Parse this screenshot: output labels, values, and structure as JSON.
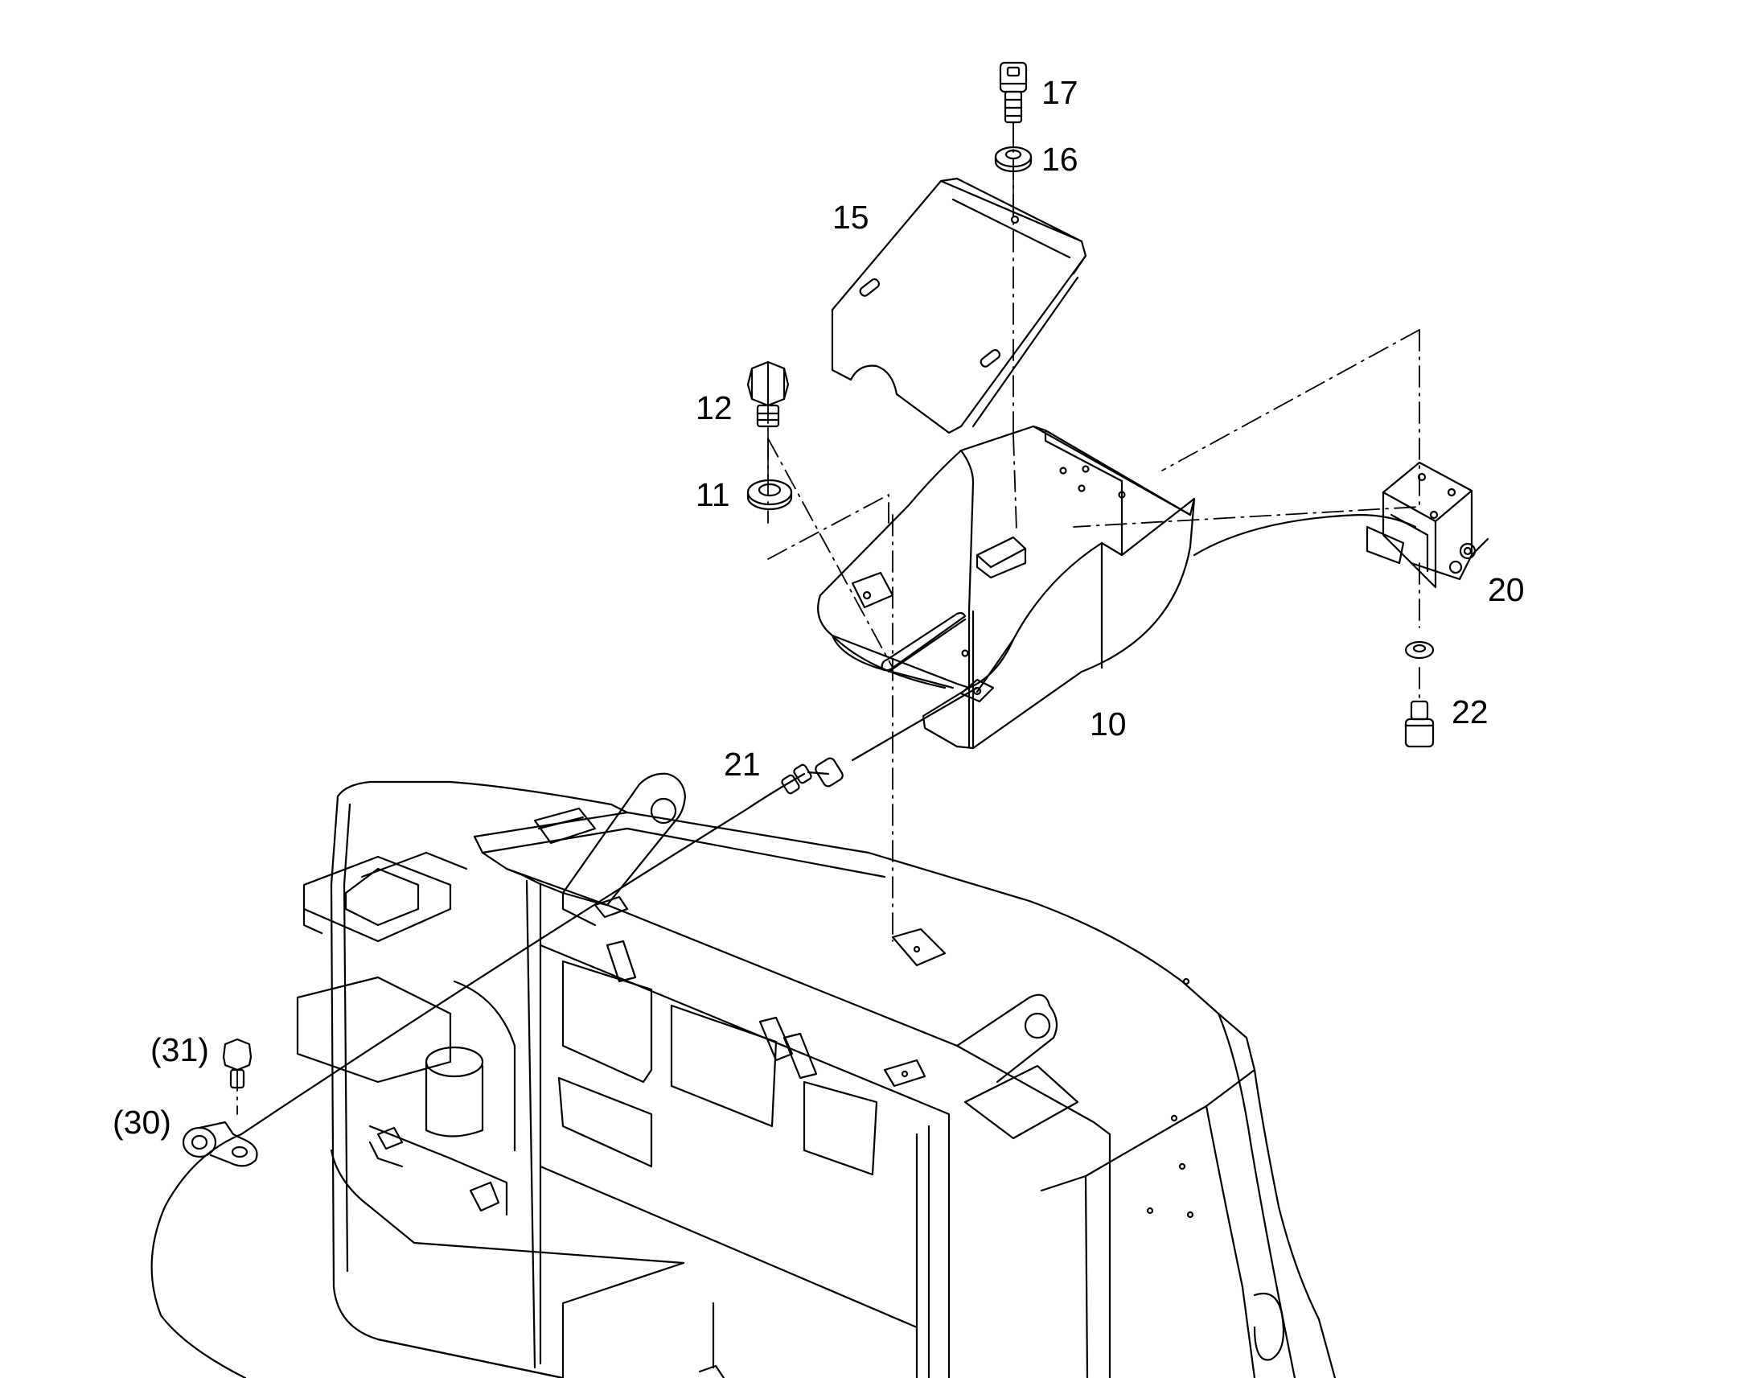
{
  "diagram": {
    "colors": {
      "line": "#000000",
      "background": "#ffffff"
    },
    "callouts": [
      {
        "id": "17",
        "label": "17"
      },
      {
        "id": "16",
        "label": "16"
      },
      {
        "id": "15",
        "label": "15"
      },
      {
        "id": "12",
        "label": "12"
      },
      {
        "id": "11",
        "label": "11"
      },
      {
        "id": "20",
        "label": "20"
      },
      {
        "id": "22",
        "label": "22"
      },
      {
        "id": "10",
        "label": "10"
      },
      {
        "id": "21",
        "label": "21"
      },
      {
        "id": "31",
        "label": "(31)"
      },
      {
        "id": "30",
        "label": "(30)"
      }
    ]
  }
}
